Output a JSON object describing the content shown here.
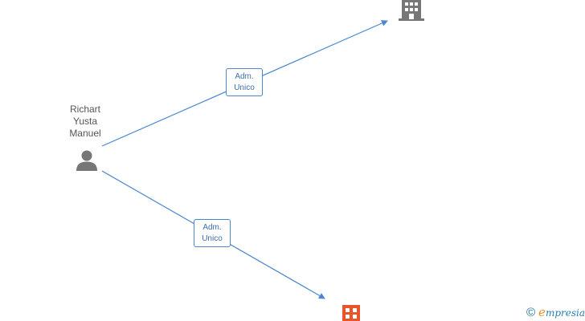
{
  "person": {
    "name_lines": [
      "Richart",
      "Yusta",
      "Manuel"
    ],
    "icon": "person-icon"
  },
  "relations": [
    {
      "label_lines": [
        "Adm.",
        "Unico"
      ],
      "target": "company-1"
    },
    {
      "label_lines": [
        "Adm.",
        "Unico"
      ],
      "target": "company-2"
    }
  ],
  "companies": [
    {
      "id": "company-1",
      "icon": "building-icon",
      "color": "#777777"
    },
    {
      "id": "company-2",
      "icon": "building-icon",
      "color": "#e8552b"
    }
  ],
  "colors": {
    "edge": "#4a87cf",
    "person_icon": "#777777"
  },
  "brand": {
    "copyright_symbol": "©",
    "initial": "e",
    "rest": "mpresia"
  }
}
